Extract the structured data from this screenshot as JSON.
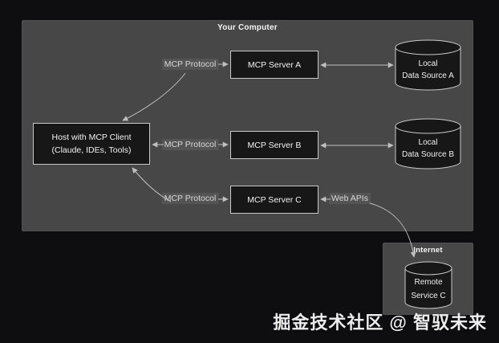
{
  "computer": {
    "title": "Your Computer",
    "host": {
      "line1": "Host with MCP Client",
      "line2": "(Claude, IDEs, Tools)"
    },
    "server_a": "MCP Server A",
    "server_b": "MCP Server B",
    "server_c": "MCP Server C",
    "protocol_a": "MCP Protocol",
    "protocol_b": "MCP Protocol",
    "protocol_c": "MCP Protocol",
    "web_apis": "Web APIs",
    "data_source_a": {
      "line1": "Local",
      "line2": "Data Source A"
    },
    "data_source_b": {
      "line1": "Local",
      "line2": "Data Source B"
    }
  },
  "internet": {
    "title": "Internet",
    "remote_service": {
      "line1": "Remote",
      "line2": "Service C"
    }
  },
  "watermark": "掘金技术社区 @ 智驭未来",
  "colors": {
    "background": "#0e0e10",
    "group_fill": "#474747",
    "node_fill": "#171717",
    "node_border": "#c9c9c9",
    "arrow": "#bfbfbf",
    "text": "#f2f2f2"
  }
}
